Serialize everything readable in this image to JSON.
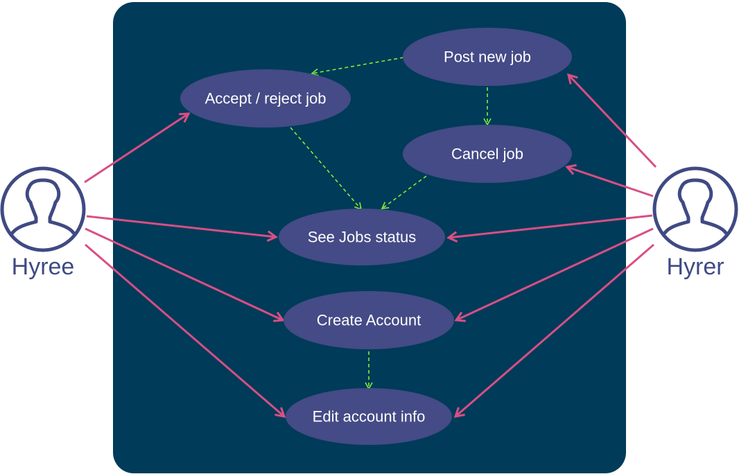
{
  "colors": {
    "system_box": "#003b59",
    "use_case_fill": "#444b86",
    "use_case_text": "#ffffff",
    "actor": "#3f4a83",
    "association": "#d84f84",
    "dependency": "#7df034",
    "background": "#ffffff"
  },
  "actors": [
    {
      "id": "hyree",
      "label": "Hyree"
    },
    {
      "id": "hyrer",
      "label": "Hyrer"
    }
  ],
  "use_cases": [
    {
      "id": "post_new_job",
      "label": "Post new job"
    },
    {
      "id": "accept_reject_job",
      "label": "Accept / reject job"
    },
    {
      "id": "cancel_job",
      "label": "Cancel job"
    },
    {
      "id": "see_jobs_status",
      "label": "See Jobs status"
    },
    {
      "id": "create_account",
      "label": "Create Account"
    },
    {
      "id": "edit_account_info",
      "label": "Edit account info"
    }
  ],
  "associations": [
    {
      "from": "hyree",
      "to": "accept_reject_job"
    },
    {
      "from": "hyree",
      "to": "see_jobs_status"
    },
    {
      "from": "hyree",
      "to": "create_account"
    },
    {
      "from": "hyree",
      "to": "edit_account_info"
    },
    {
      "from": "hyrer",
      "to": "post_new_job"
    },
    {
      "from": "hyrer",
      "to": "cancel_job"
    },
    {
      "from": "hyrer",
      "to": "see_jobs_status"
    },
    {
      "from": "hyrer",
      "to": "create_account"
    },
    {
      "from": "hyrer",
      "to": "edit_account_info"
    }
  ],
  "dependencies": [
    {
      "from": "post_new_job",
      "to": "accept_reject_job"
    },
    {
      "from": "post_new_job",
      "to": "cancel_job"
    },
    {
      "from": "accept_reject_job",
      "to": "see_jobs_status"
    },
    {
      "from": "cancel_job",
      "to": "see_jobs_status"
    },
    {
      "from": "create_account",
      "to": "edit_account_info"
    }
  ]
}
